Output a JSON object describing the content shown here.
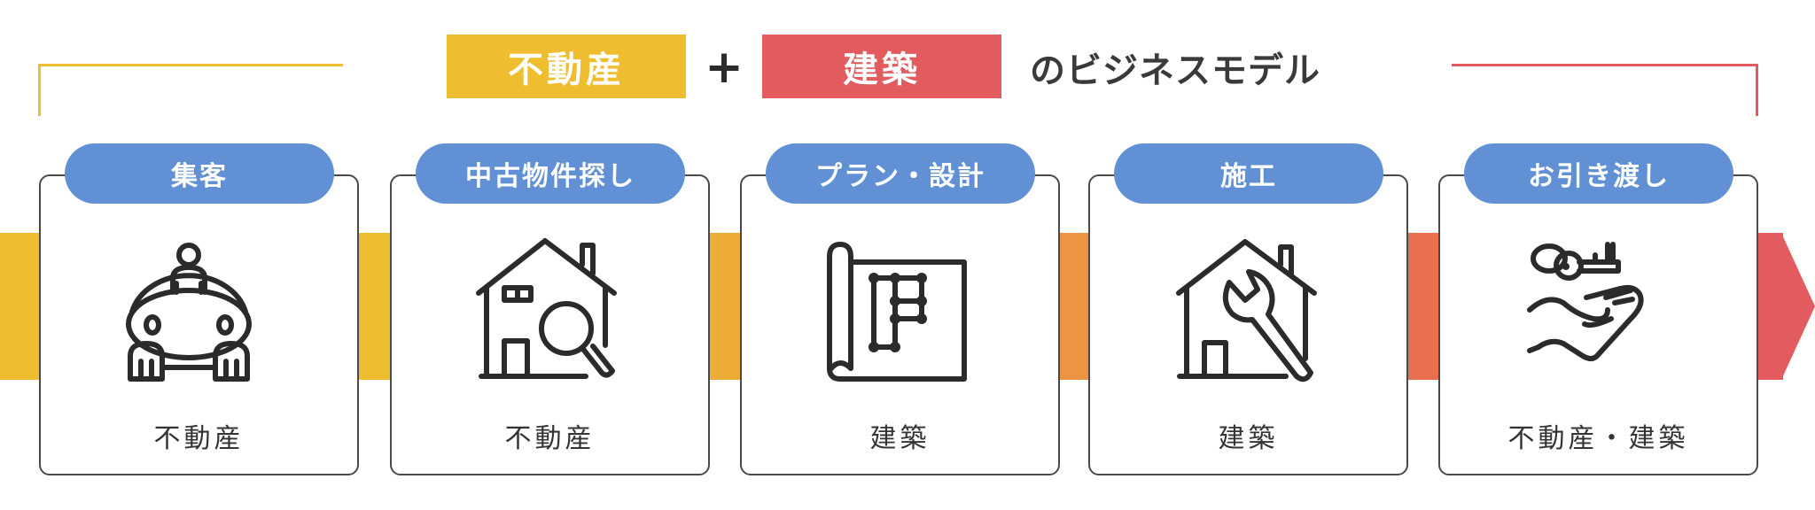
{
  "header": {
    "tag_real_estate": "不動産",
    "plus": "+",
    "tag_architecture": "建築",
    "suffix": "のビジネスモデル"
  },
  "colors": {
    "real_estate": "#eebe30",
    "architecture": "#e25b5e",
    "pill": "#6191d4"
  },
  "steps": [
    {
      "title": "集客",
      "icon": "people-group-icon",
      "category": "不動産"
    },
    {
      "title": "中古物件探し",
      "icon": "house-search-icon",
      "category": "不動産"
    },
    {
      "title": "プラン・設計",
      "icon": "blueprint-icon",
      "category": "建築"
    },
    {
      "title": "施工",
      "icon": "house-wrench-icon",
      "category": "建築"
    },
    {
      "title": "お引き渡し",
      "icon": "hand-key-icon",
      "category": "不動産・建築"
    }
  ]
}
